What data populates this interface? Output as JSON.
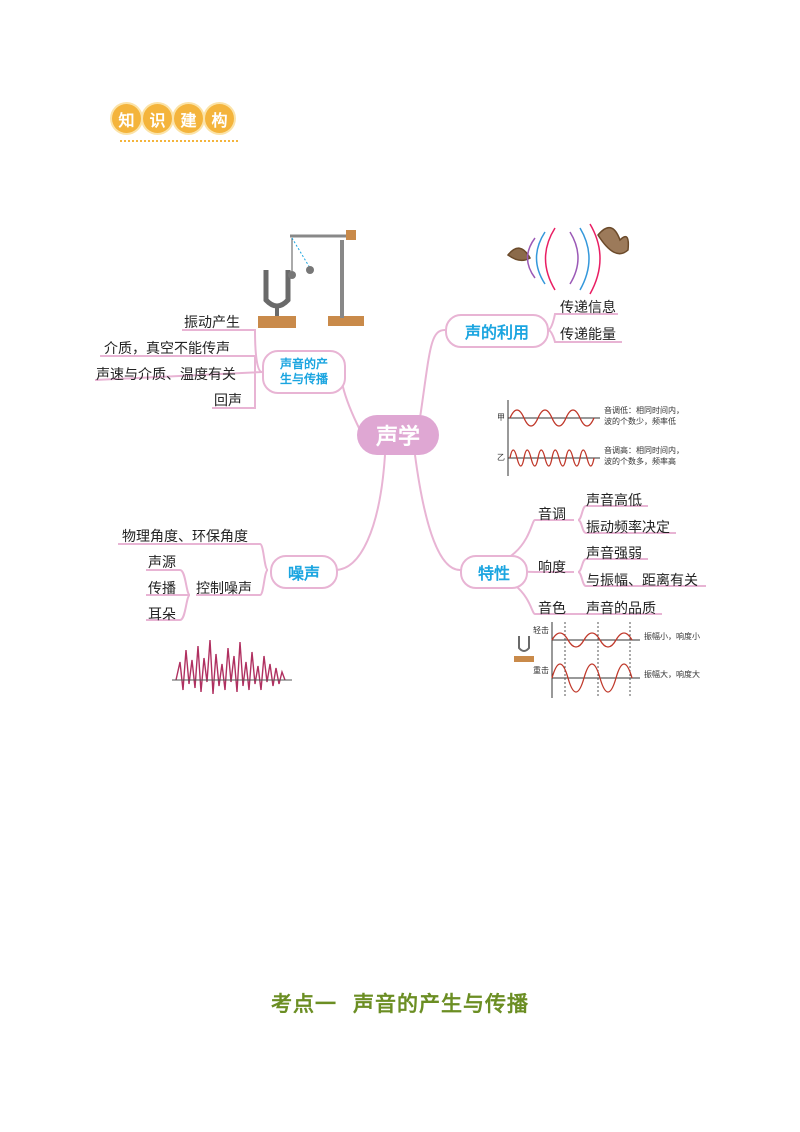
{
  "badge": {
    "chars": [
      "知",
      "识",
      "建",
      "构"
    ]
  },
  "center": {
    "label": "声学"
  },
  "branches": {
    "production": {
      "label_line1": "声音的产",
      "label_line2": "生与传播",
      "items": [
        "振动产生",
        "介质，真空不能传声",
        "声速与介质、温度有关",
        "回声"
      ]
    },
    "usage": {
      "label": "声的利用",
      "items": [
        "传递信息",
        "传递能量"
      ]
    },
    "noise": {
      "label": "噪声",
      "item_angle": "物理角度、环保角度",
      "control_label": "控制噪声",
      "control_items": [
        "声源",
        "传播",
        "耳朵"
      ]
    },
    "features": {
      "label": "特性",
      "pitch": {
        "label": "音调",
        "items": [
          "声音高低",
          "振动频率决定"
        ]
      },
      "loudness": {
        "label": "响度",
        "items": [
          "声音强弱",
          "与振幅、距离有关"
        ]
      },
      "timbre": {
        "label": "音色",
        "items": [
          "声音的品质"
        ]
      }
    }
  },
  "wave_diagram": {
    "label_a": "甲",
    "label_b": "乙",
    "note_a_line1": "音调低：相同时间内，",
    "note_a_line2": "波的个数少，频率低",
    "note_b_line1": "音调高：相同时间内，",
    "note_b_line2": "波的个数多，频率高"
  },
  "amp_diagram": {
    "label_light": "轻击",
    "label_heavy": "重击",
    "note_light": "振幅小，响度小",
    "note_heavy": "振幅大，响度大"
  },
  "footer": {
    "part1": "考点一",
    "part2": "声音的产生与传播"
  },
  "colors": {
    "branch_line": "#e8b4d4",
    "center_fill": "#dfa7d3",
    "node_text": "#1ba5e0",
    "footer": "#6b8e23",
    "wave": "#c0392b"
  }
}
